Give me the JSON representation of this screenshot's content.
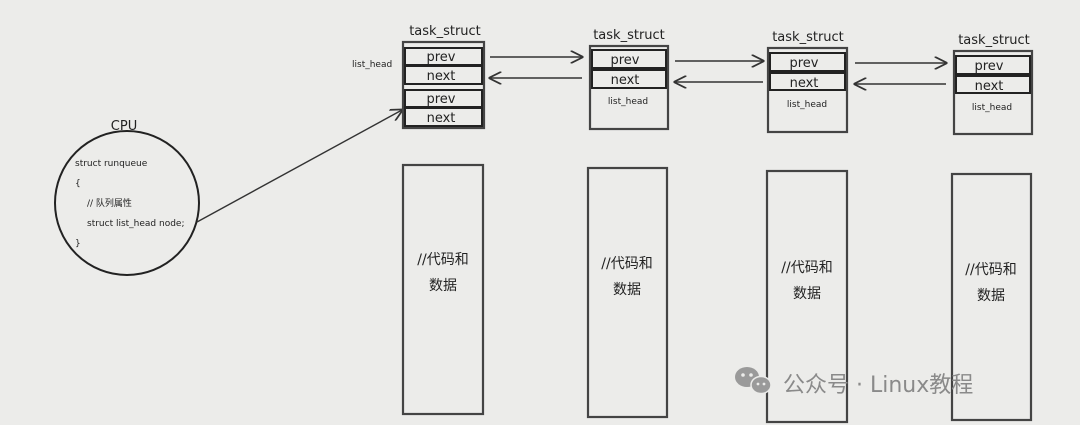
{
  "cpu": {
    "label": "CPU",
    "lines": [
      "struct runqueue",
      "{",
      "// 队列属性",
      "struct list_head node;",
      "}"
    ]
  },
  "node_title": "task_struct",
  "prev_label": "prev",
  "next_label": "next",
  "list_head_label": "list_head",
  "body_line1": "//代码和",
  "body_line2": "数据",
  "watermark": {
    "text": "公众号 · Linux教程",
    "icon": "wechat-icon"
  },
  "colors": {
    "stroke": "#444444",
    "background": "#ececea"
  }
}
